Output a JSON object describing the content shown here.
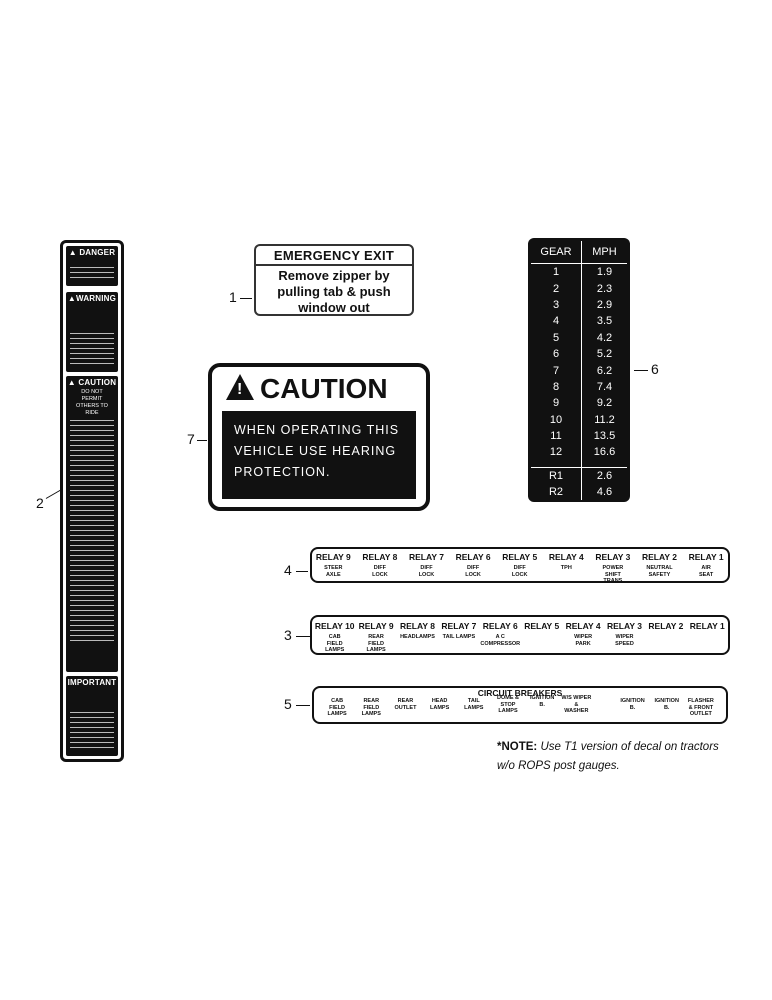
{
  "callouts": {
    "c1": "1",
    "c2": "2",
    "c3": "3",
    "c4": "4",
    "c5": "5",
    "c6": "6",
    "c7": "7"
  },
  "decal2": {
    "danger": "DANGER",
    "warning": "WARNING",
    "caution": "CAUTION",
    "caution_sub": "DO NOT PERMIT OTHERS TO RIDE",
    "important": "IMPORTANT"
  },
  "emergency_exit": {
    "title": "EMERGENCY EXIT",
    "line1": "Remove zipper by",
    "line2": "pulling tab & push",
    "line3": "window out"
  },
  "caution_decal": {
    "title": "CAUTION",
    "line1": "WHEN OPERATING THIS",
    "line2": "VEHICLE USE HEARING",
    "line3": "PROTECTION."
  },
  "gear_table": {
    "headers": [
      "GEAR",
      "MPH"
    ],
    "rows": [
      [
        "1",
        "1.9"
      ],
      [
        "2",
        "2.3"
      ],
      [
        "3",
        "2.9"
      ],
      [
        "4",
        "3.5"
      ],
      [
        "5",
        "4.2"
      ],
      [
        "6",
        "5.2"
      ],
      [
        "7",
        "6.2"
      ],
      [
        "8",
        "7.4"
      ],
      [
        "9",
        "9.2"
      ],
      [
        "10",
        "11.2"
      ],
      [
        "11",
        "13.5"
      ],
      [
        "12",
        "16.6"
      ]
    ],
    "reverse": [
      [
        "R1",
        "2.6"
      ],
      [
        "R2",
        "4.6"
      ]
    ]
  },
  "relay_strip_4": [
    {
      "label": "RELAY 9",
      "sub": "STEER\nAXLE"
    },
    {
      "label": "RELAY 8",
      "sub": "DIFF\nLOCK"
    },
    {
      "label": "RELAY 7",
      "sub": "DIFF\nLOCK"
    },
    {
      "label": "RELAY 6",
      "sub": "DIFF\nLOCK"
    },
    {
      "label": "RELAY 5",
      "sub": "DIFF\nLOCK"
    },
    {
      "label": "RELAY 4",
      "sub": "TPH"
    },
    {
      "label": "RELAY 3",
      "sub": "POWER\nSHIFT\nTRANS"
    },
    {
      "label": "RELAY 2",
      "sub": "NEUTRAL\nSAFETY"
    },
    {
      "label": "RELAY 1",
      "sub": "AIR\nSEAT"
    }
  ],
  "relay_strip_3": [
    {
      "label": "RELAY 10",
      "sub": "CAB\nFIELD\nLAMPS"
    },
    {
      "label": "RELAY 9",
      "sub": "REAR\nFIELD\nLAMPS"
    },
    {
      "label": "RELAY 8",
      "sub": "HEADLAMPS"
    },
    {
      "label": "RELAY 7",
      "sub": "TAIL LAMPS"
    },
    {
      "label": "RELAY 6",
      "sub": "A C\nCOMPRESSOR"
    },
    {
      "label": "RELAY 5",
      "sub": ""
    },
    {
      "label": "RELAY 4",
      "sub": "WIPER\nPARK"
    },
    {
      "label": "RELAY 3",
      "sub": "WIPER\nSPEED"
    },
    {
      "label": "RELAY 2",
      "sub": ""
    },
    {
      "label": "RELAY 1",
      "sub": ""
    }
  ],
  "circuit_breakers": {
    "title": "CIRCUIT BREAKERS",
    "items": [
      "CAB\nFIELD\nLAMPS",
      "REAR\nFIELD\nLAMPS",
      "REAR\nOUTLET",
      "HEAD\nLAMPS",
      "TAIL\nLAMPS",
      "DOME &\nSTOP\nLAMPS",
      "IGNITION\nB.",
      "W/S WIPER\n&\nWASHER",
      "IGNITION\nB.",
      "IGNITION\nB.",
      "FLASHER\n& FRONT\nOUTLET"
    ]
  },
  "note": {
    "bold": "*NOTE:",
    "line1": " Use T1 version of decal on tractors",
    "line2": "w/o ROPS post gauges."
  }
}
